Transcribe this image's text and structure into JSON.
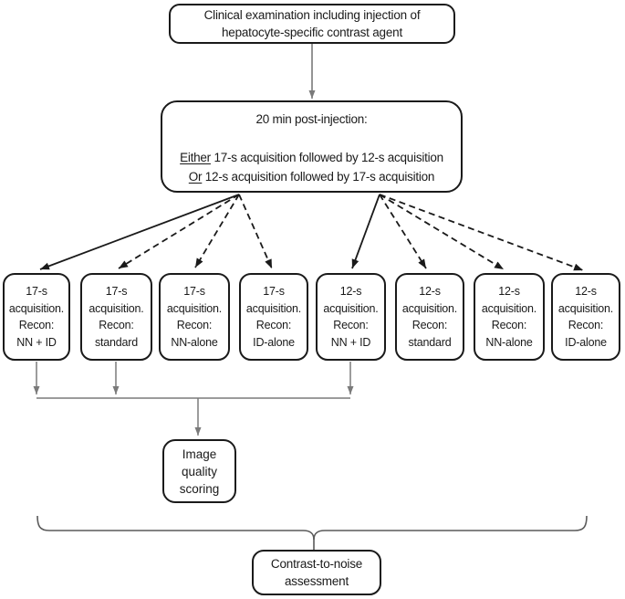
{
  "flow": {
    "top_box": {
      "line1": "Clinical examination including injection of",
      "line2": "hepatocyte-specific contrast agent"
    },
    "timing_box": {
      "heading": "20 min post-injection:",
      "either_label": "Either",
      "either_rest": " 17-s acquisition followed by 12-s acquisition",
      "or_label": "Or",
      "or_rest": " 12-s acquisition followed by 17-s acquisition"
    },
    "acquisition_boxes": [
      {
        "duration": "17-s",
        "line2": "acquisition.",
        "line3": "Recon:",
        "recon": "NN + ID"
      },
      {
        "duration": "17-s",
        "line2": "acquisition.",
        "line3": "Recon:",
        "recon": "standard"
      },
      {
        "duration": "17-s",
        "line2": "acquisition.",
        "line3": "Recon:",
        "recon": "NN-alone"
      },
      {
        "duration": "17-s",
        "line2": "acquisition.",
        "line3": "Recon:",
        "recon": "ID-alone"
      },
      {
        "duration": "12-s",
        "line2": "acquisition.",
        "line3": "Recon:",
        "recon": "NN + ID"
      },
      {
        "duration": "12-s",
        "line2": "acquisition.",
        "line3": "Recon:",
        "recon": "standard"
      },
      {
        "duration": "12-s",
        "line2": "acquisition.",
        "line3": "Recon:",
        "recon": "NN-alone"
      },
      {
        "duration": "12-s",
        "line2": "acquisition.",
        "line3": "Recon:",
        "recon": "ID-alone"
      }
    ],
    "image_quality_box": {
      "line1": "Image",
      "line2": "quality",
      "line3": "scoring"
    },
    "cnr_box": {
      "line1": "Contrast-to-noise",
      "line2": "assessment"
    }
  },
  "colors": {
    "box_border": "#1a1a1a",
    "black_arrow": "#1a1a1a",
    "gray_arrow": "#7a7a7a",
    "brace": "#5a5a5a"
  }
}
